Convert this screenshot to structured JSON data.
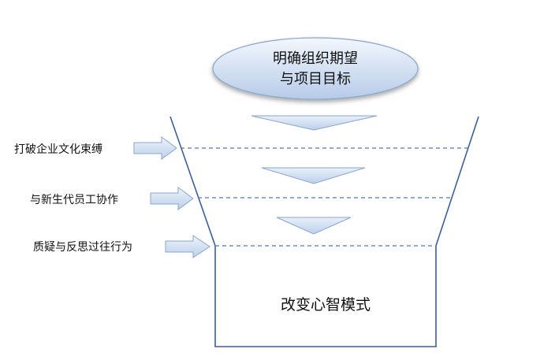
{
  "goal": {
    "line1": "明确组织期望",
    "line2": "与项目目标"
  },
  "steps": [
    {
      "label": "打破企业文化束缚"
    },
    {
      "label": "与新生代员工协作"
    },
    {
      "label": "质疑与反思过往行为"
    }
  ],
  "result": {
    "label": "改变心智模式"
  },
  "colors": {
    "shape_fill_light": "#eef3fb",
    "shape_fill_dark": "#b9cde8",
    "shape_stroke": "#8aa6cc",
    "funnel_stroke": "#3a5f9a",
    "dash_stroke": "#4f78b6"
  }
}
